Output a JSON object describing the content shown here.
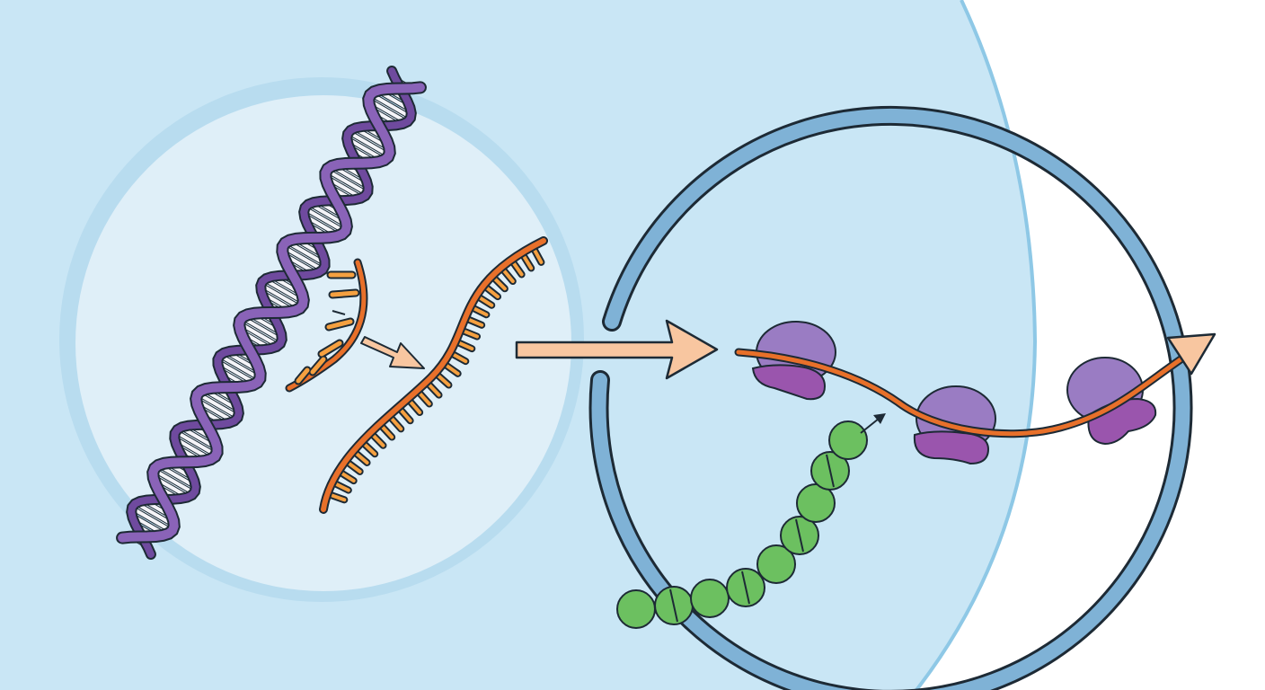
{
  "diagram": {
    "labels": [],
    "colors": {
      "cytoplasm": "#c9e6f5",
      "cell_membrane": "#8ec8e6",
      "nucleus_fill": "#dfeff8",
      "nucleus_envelope": "#7fb2d6",
      "outline": "#1d2a35",
      "dna": "#8a63b8",
      "dna_dark": "#6f4a9e",
      "mrna": "#e8702a",
      "mrna_bases": "#f5a040",
      "arrow_fill": "#f8c6a0",
      "ribosome_large": "#9a7cc3",
      "ribosome_small": "#9a55ad",
      "amino_acid": "#6cc060"
    },
    "icons": [
      "dna-double-helix",
      "mrna-transcript",
      "exported-mrna",
      "ribosome",
      "polypeptide-chain"
    ]
  }
}
